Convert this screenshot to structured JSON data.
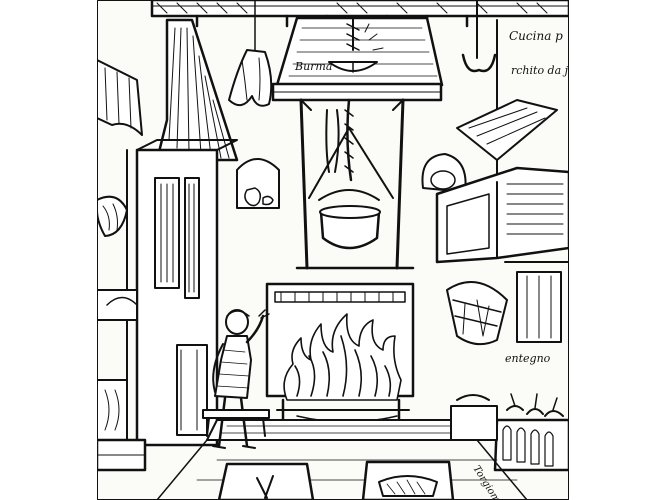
{
  "image": {
    "style": "woodcut",
    "ink_color": "#111111",
    "paper_color": "#fbfbf8",
    "background_color": "#ffffff"
  },
  "inscriptions": {
    "top_right_line1": "Cucina p",
    "top_right_line2": "rchito da j",
    "hood_label": "Burma",
    "right_side_label": "entegno",
    "floor_label": "Torgiomar"
  }
}
